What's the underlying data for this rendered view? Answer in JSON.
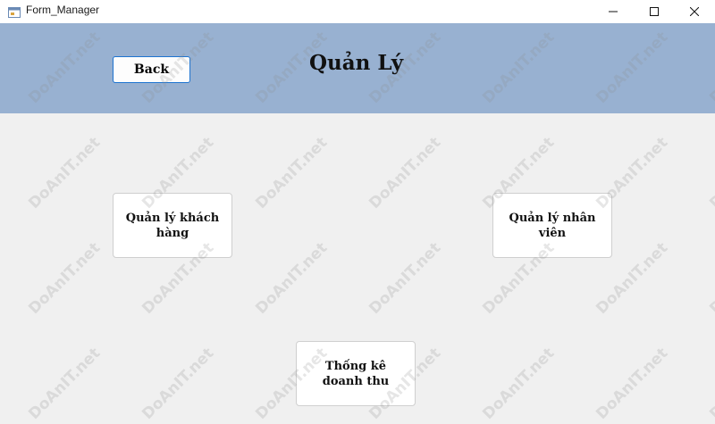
{
  "window": {
    "title": "Form_Manager",
    "icons": {
      "app": "form-app-icon",
      "minimize": "minimize-icon",
      "maximize": "maximize-icon",
      "close": "close-icon"
    }
  },
  "header": {
    "back_label": "Back",
    "title": "Quản Lý",
    "band_color": "#98b1d1"
  },
  "menu": {
    "customers_label": "Quản lý khách hàng",
    "staff_label": "Quản lý nhân viên",
    "revenue_label": "Thống kê doanh thu"
  },
  "watermark": {
    "text": "DoAnIT.net"
  }
}
